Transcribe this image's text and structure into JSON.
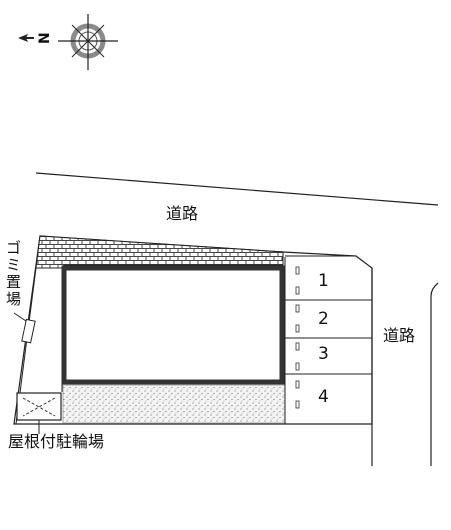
{
  "compass": {
    "letter": "N",
    "icon": "compass-rose-icon"
  },
  "roads": {
    "top_label": "道路",
    "right_label": "道路"
  },
  "facilities": {
    "garbage_label": [
      "ゴ",
      "ミ",
      "置",
      "場"
    ],
    "bicycle_parking_label": "屋根付駐輪場"
  },
  "parking": {
    "spaces": [
      "1",
      "2",
      "3",
      "4"
    ]
  },
  "colors": {
    "line": "#222222",
    "hatch": "#555555",
    "gravel": "#9a9a9a",
    "compass_ring": "#888888"
  }
}
